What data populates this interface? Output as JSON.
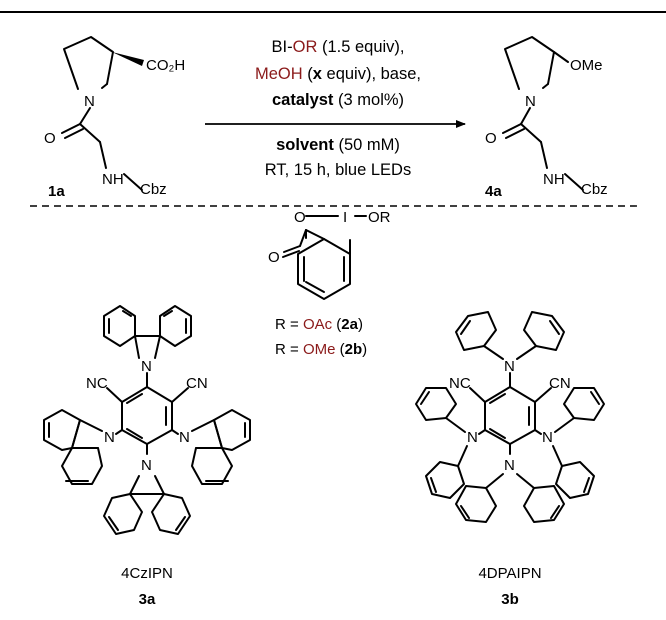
{
  "colors": {
    "text": "#000000",
    "accent_red": "#8b1a1a",
    "accent_blue": "#1f8fd6",
    "divider": "#000000"
  },
  "reaction": {
    "conditions_above": {
      "line1": {
        "prefix": "BI-",
        "or": "OR",
        "suffix": " (1.5 equiv),"
      },
      "line2": {
        "meoh": "MeOH",
        "open": " (",
        "x": "x",
        "rest": " equiv), base,"
      },
      "line3": {
        "catalyst": "catalyst",
        "rest": " (3 mol%)"
      }
    },
    "conditions_below": {
      "line1": {
        "solvent": "solvent",
        "rest": " (50 mM)"
      },
      "line2": "RT, 15 h, blue LEDs"
    }
  },
  "compounds": {
    "sm": {
      "id": "1a",
      "n": "N",
      "o": "O",
      "nh": "NH",
      "cbz": "Cbz",
      "acid": "CO₂H"
    },
    "product": {
      "id": "4a",
      "n": "N",
      "o": "O",
      "nh": "NH",
      "cbz": "Cbz",
      "ome": "OMe"
    },
    "reagent": {
      "o_ring": "O",
      "i": "I",
      "or": "OR",
      "o_carbonyl": "O",
      "r1": {
        "prefix": "R = ",
        "value": "OAc",
        "open": " (",
        "id": "2a",
        "close": ")"
      },
      "r2": {
        "prefix": "R = ",
        "value": "OMe",
        "open": " (",
        "id": "2b",
        "close": ")"
      }
    },
    "cat_a": {
      "name": "4CzIPN",
      "id": "3a",
      "nc": "NC",
      "cn": "CN",
      "n": "N"
    },
    "cat_b": {
      "name": "4DPAIPN",
      "id": "3b",
      "nc": "NC",
      "cn": "CN",
      "n": "N"
    }
  }
}
